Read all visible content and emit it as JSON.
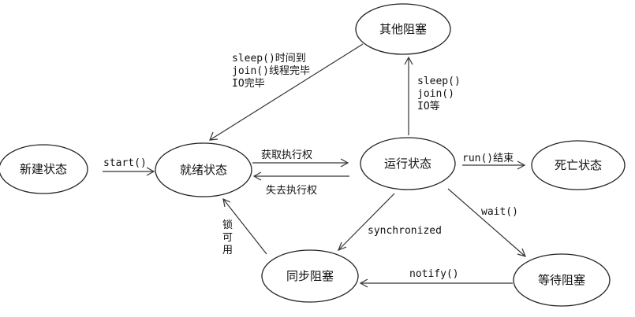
{
  "nodes": {
    "new": "新建状态",
    "ready": "就绪状态",
    "running": "运行状态",
    "dead": "死亡状态",
    "other_blocked": "其他阻塞",
    "sync_blocked": "同步阻塞",
    "wait_blocked": "等待阻塞"
  },
  "edges": {
    "start": "start()",
    "get_cpu": "获取执行权",
    "lose_cpu": "失去执行权",
    "run_end": "run()结束",
    "to_other_1": "sleep()",
    "to_other_2": "join()",
    "to_other_3": "IO等",
    "from_other_1": "sleep()时间到",
    "from_other_2": "join()线程完毕",
    "from_other_3": "IO完毕",
    "synchronized": "synchronized",
    "wait": "wait()",
    "notify": "notify()",
    "lock_1": "锁",
    "lock_2": "可",
    "lock_3": "用"
  },
  "colors": {
    "stroke": "#222222",
    "text": "#111111",
    "background": "#ffffff"
  }
}
